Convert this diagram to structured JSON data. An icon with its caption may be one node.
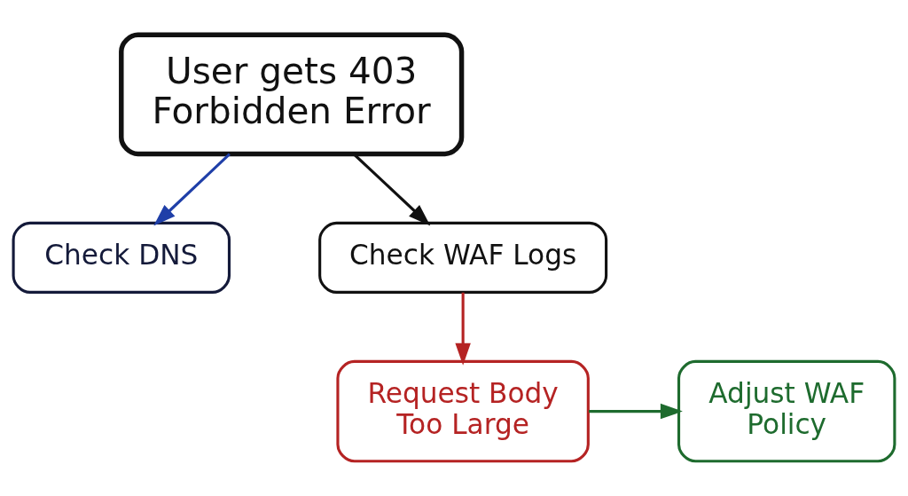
{
  "diagram": {
    "nodes": [
      {
        "text": [
          "User gets 403 Forbidden Error"
        ]
      },
      {
        "text": [
          "Check DNS"
        ]
      },
      {
        "text": [
          "Check WAF Logs"
        ]
      },
      {
        "text": [
          "Request Body Too Large"
        ]
      },
      {
        "text": [
          "Adjust WAF Policy"
        ]
      }
    ],
    "edges": [
      {
        "from": 0,
        "to": 1,
        "arrow": "to",
        "color": "#1f3fa8"
      },
      {
        "from": 0,
        "to": 2,
        "arrow": "to",
        "color": "#111111"
      },
      {
        "from": 2,
        "to": 3,
        "arrow": "to",
        "color": "#b52323"
      },
      {
        "from": 3,
        "to": 4,
        "arrow": "to",
        "color": "#1e6b2e"
      }
    ]
  }
}
